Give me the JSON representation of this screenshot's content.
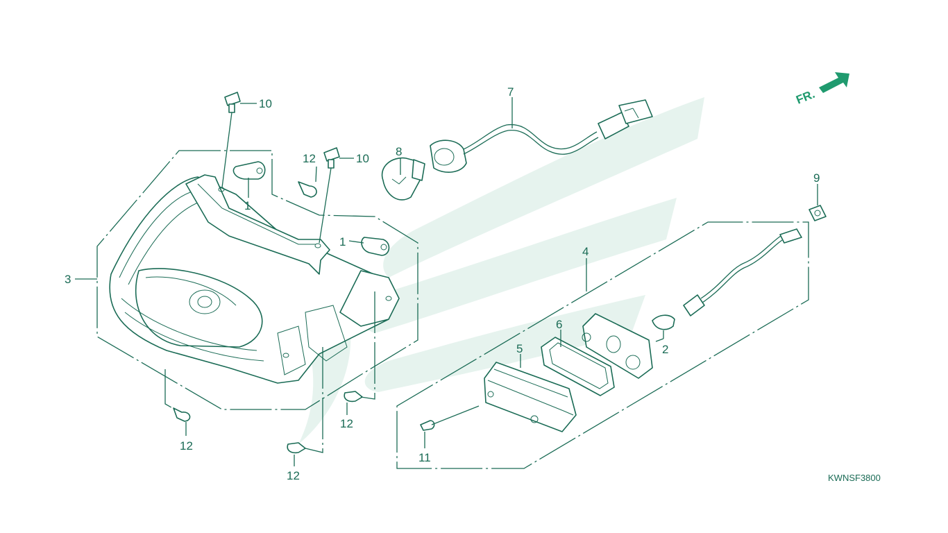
{
  "diagram": {
    "code": "KWNSF3800",
    "direction_label": "FR.",
    "callouts": [
      {
        "id": "c1a",
        "text": "1"
      },
      {
        "id": "c1b",
        "text": "1"
      },
      {
        "id": "c2",
        "text": "2"
      },
      {
        "id": "c3",
        "text": "3"
      },
      {
        "id": "c4",
        "text": "4"
      },
      {
        "id": "c5",
        "text": "5"
      },
      {
        "id": "c6",
        "text": "6"
      },
      {
        "id": "c7",
        "text": "7"
      },
      {
        "id": "c8",
        "text": "8"
      },
      {
        "id": "c9",
        "text": "9"
      },
      {
        "id": "c10a",
        "text": "10"
      },
      {
        "id": "c10b",
        "text": "10"
      },
      {
        "id": "c11",
        "text": "11"
      },
      {
        "id": "c12a",
        "text": "12"
      },
      {
        "id": "c12b",
        "text": "12"
      },
      {
        "id": "c12c",
        "text": "12"
      },
      {
        "id": "c12d",
        "text": "12"
      }
    ],
    "colors": {
      "line": "#1a6b55",
      "arrow": "#1f9a6e",
      "watermark": "#e6f3ee"
    }
  }
}
